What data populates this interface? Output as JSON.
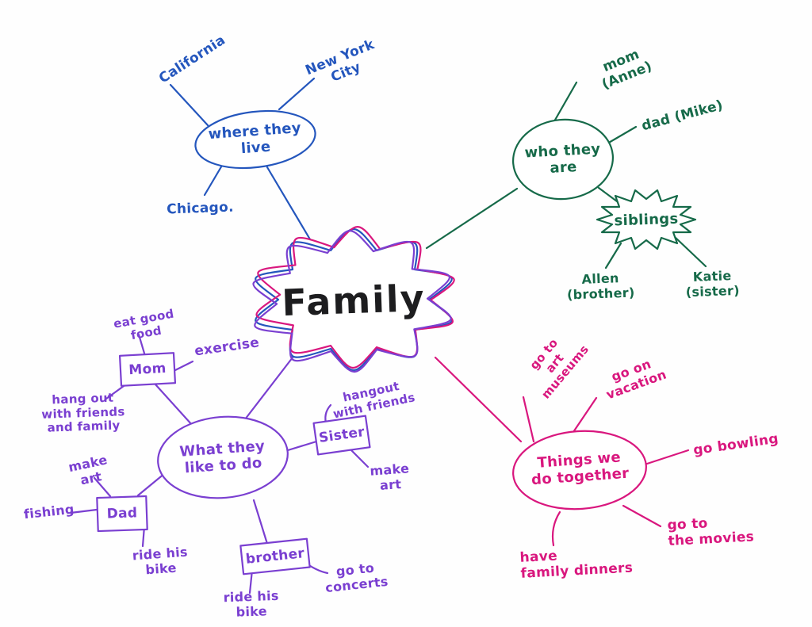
{
  "colors": {
    "blue": "#2456bd",
    "green": "#166a49",
    "purple": "#7a3fd1",
    "pink": "#d9177e",
    "ink": "#1d1d1f",
    "background": "#fefefe"
  },
  "center": {
    "label": "Family"
  },
  "where_they_live": {
    "label": "where they\nlive",
    "children": {
      "california": "California",
      "new_york_city": "New York City",
      "chicago": "Chicago."
    }
  },
  "who_they_are": {
    "label": "who they\nare",
    "children": {
      "mom": "mom (Anne)",
      "dad": "dad (Mike)",
      "siblings": {
        "label": "siblings",
        "children": {
          "allen": "Allen\n(brother)",
          "katie": "Katie\n(sister)"
        }
      }
    }
  },
  "what_they_like_to_do": {
    "label": "What they\nlike to do",
    "members": {
      "mom": {
        "label": "Mom",
        "activities": {
          "eat_good_food": "eat good\nfood",
          "exercise": "exercise",
          "hang_out": "hang out\nwith friends\nand family"
        }
      },
      "dad": {
        "label": "Dad",
        "activities": {
          "make_art": "make\nart",
          "fishing": "fishing",
          "ride_his_bike": "ride his\nbike"
        }
      },
      "sister": {
        "label": "Sister",
        "activities": {
          "hangout_with_friends": "hangout\nwith friends",
          "make_art": "make art"
        }
      },
      "brother": {
        "label": "brother",
        "activities": {
          "ride_his_bike": "ride his\nbike",
          "go_to_concerts": "go to\nconcerts"
        }
      }
    }
  },
  "things_we_do_together": {
    "label": "Things we\ndo together",
    "children": {
      "art_museums": "go to\nart museums",
      "vacation": "go on\nvacation",
      "bowling": "go bowling",
      "movies": "go to\nthe movies",
      "dinners": "have\nfamily dinners"
    }
  }
}
